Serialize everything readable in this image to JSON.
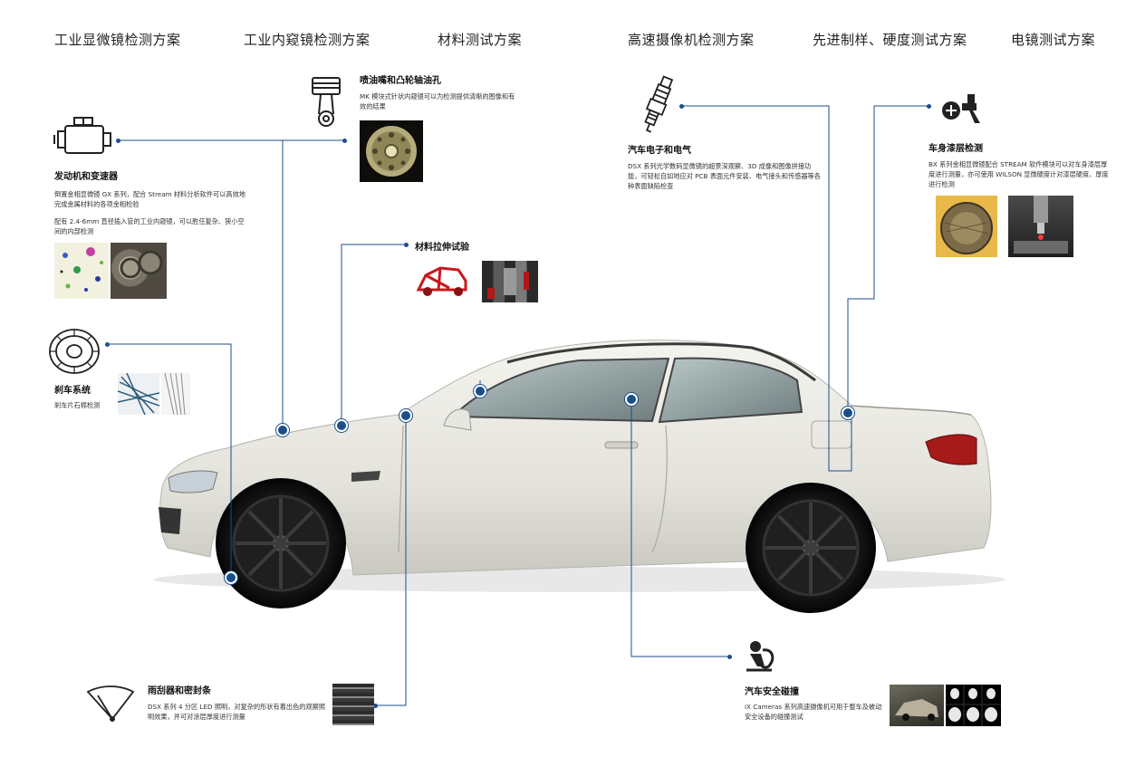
{
  "nav": {
    "tabs": [
      {
        "label": "工业显微镜检测方案"
      },
      {
        "label": "工业内窥镜检测方案"
      },
      {
        "label": "材料测试方案"
      },
      {
        "label": "高速摄像机检测方案"
      },
      {
        "label": "先进制样、硬度测试方案"
      },
      {
        "label": "电镜测试方案"
      }
    ]
  },
  "callouts": {
    "engine": {
      "title": "发动机和变速器",
      "desc1": "倒置金相显微镜 GX 系列，配合 Stream 材料分析软件可以高效地完成金属材料的各项金相检验",
      "desc2": "配有 2.4-6mm 直径插入管的工业内窥镜，可以胜任复杂、狭小空间的内部检测",
      "icon": "engine-icon"
    },
    "injector": {
      "title": "喷油嘴和凸轮轴油孔",
      "desc": "MK 模块式针状内窥镜可以为检测提供清晰的图像和有效的结果",
      "icon": "piston-icon"
    },
    "tensile": {
      "title": "材料拉伸试验"
    },
    "brake": {
      "title": "刹车系统",
      "desc": "刹车片石棉检测",
      "icon": "brake-disc-icon"
    },
    "wiper": {
      "title": "雨刮器和密封条",
      "desc": "DSX 系列 4 分区 LED 照明，对复杂的形状有着出色的观察照明效果，并可对涂层厚度进行测量",
      "icon": "wiper-icon"
    },
    "electronics": {
      "title": "汽车电子和电气",
      "desc": "DSX 系列光学数码显微镜的超景深观察、3D 成像和图像拼接功能，可轻松自如地应对 PCB 表面元件安装、电气接头和传感器等各种表面缺陷检查",
      "icon": "spark-plug-icon"
    },
    "paint": {
      "title": "车身漆层检测",
      "desc": "BX 系列金相显微镜配合 STREAM 软件模块可以对车身漆层厚度进行测量，亦可使用 WILSON 显微硬度计对漆层硬度、厚度进行检测",
      "icon": "spray-gun-icon"
    },
    "crash": {
      "title": "汽车安全碰撞",
      "desc": "iX Cameras 系列高速摄像机可用于整车及被动安全设备的碰撞测试",
      "icon": "airbag-icon"
    }
  },
  "colors": {
    "accent": "#1b4f8a",
    "car_body": "#e9e8e2",
    "tire": "#1c1c1c"
  }
}
